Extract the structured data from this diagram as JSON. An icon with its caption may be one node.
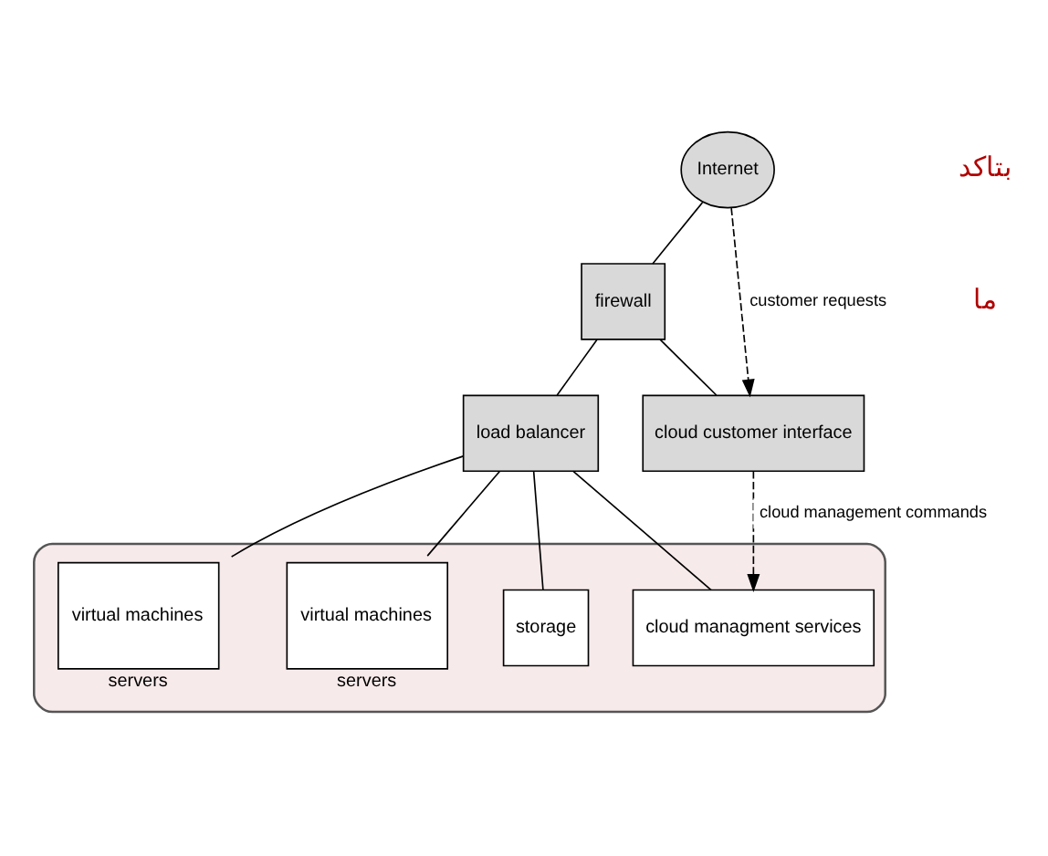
{
  "diagram": {
    "nodes": [
      {
        "text": [
          "Internet"
        ]
      },
      {
        "text": [
          "firewall"
        ]
      },
      {
        "text": [
          "load balancer"
        ]
      },
      {
        "text": [
          "cloud customer interface"
        ]
      },
      {
        "text": [],
        "shape": "cloud"
      },
      {
        "text": [
          "virtual machines"
        ],
        "in": 4,
        "beside": [
          "servers"
        ]
      },
      {
        "text": [
          "virtual machines"
        ],
        "in": 4,
        "beside": [
          "servers"
        ]
      },
      {
        "text": [
          "storage"
        ],
        "in": 4
      },
      {
        "text": [
          "cloud managment services"
        ],
        "in": 4
      }
    ],
    "edges": [
      {
        "from": 0,
        "to": 1,
        "arrow": "none"
      },
      {
        "from": 1,
        "to": 3,
        "arrow": "none"
      },
      {
        "from": 0,
        "to": 3,
        "arrow": "to",
        "label": "customer requests",
        "style": "dashed"
      },
      {
        "from": 1,
        "to": 2,
        "arrow": "none"
      },
      {
        "from": 2,
        "to": 5,
        "arrow": "none"
      },
      {
        "from": 2,
        "to": 6,
        "arrow": "none"
      },
      {
        "from": 2,
        "to": 7,
        "arrow": "none"
      },
      {
        "from": 2,
        "to": 8,
        "arrow": "none"
      },
      {
        "from": 3,
        "to": 8,
        "arrow": "to",
        "label": "cloud management commands",
        "style": "dashed"
      }
    ],
    "labels": [
      "بتاكد",
      "ما"
    ]
  }
}
